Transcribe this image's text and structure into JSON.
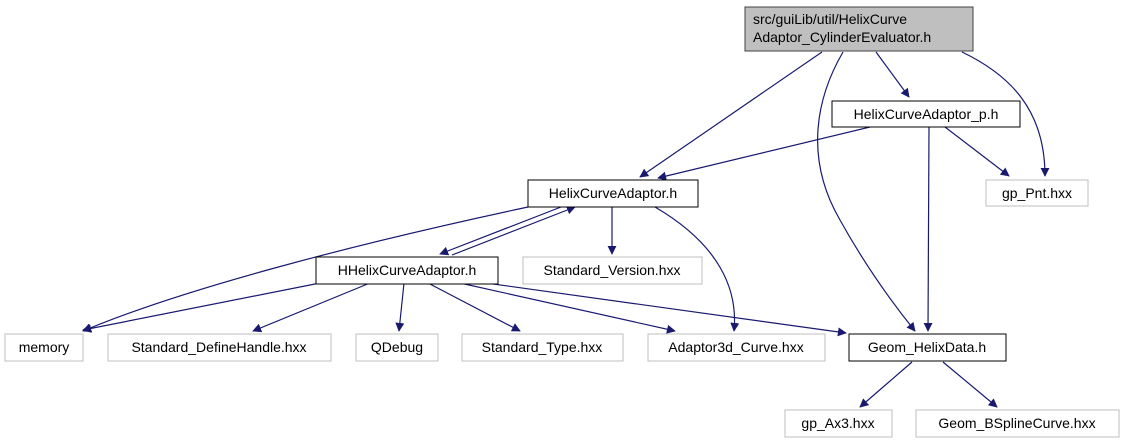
{
  "colors": {
    "edge": "#191970",
    "root_fill": "#bfbfbf",
    "root_border": "#404040",
    "project_border": "#000000",
    "external_border": "#bfbfbf",
    "node_fill": "#ffffff"
  },
  "nodes": {
    "root": {
      "line1": "src/guiLib/util/HelixCurve",
      "line2": "Adaptor_CylinderEvaluator.h",
      "kind": "root"
    },
    "helix_curve_adaptor_p": {
      "label": "HelixCurveAdaptor_p.h",
      "kind": "project"
    },
    "helix_curve_adaptor": {
      "label": "HelixCurveAdaptor.h",
      "kind": "project"
    },
    "gp_pnt": {
      "label": "gp_Pnt.hxx",
      "kind": "external"
    },
    "hhelix_curve_adaptor": {
      "label": "HHelixCurveAdaptor.h",
      "kind": "project"
    },
    "standard_version": {
      "label": "Standard_Version.hxx",
      "kind": "external"
    },
    "memory": {
      "label": "memory",
      "kind": "external"
    },
    "standard_definehandle": {
      "label": "Standard_DefineHandle.hxx",
      "kind": "external"
    },
    "qdebug": {
      "label": "QDebug",
      "kind": "external"
    },
    "standard_type": {
      "label": "Standard_Type.hxx",
      "kind": "external"
    },
    "adaptor3d_curve": {
      "label": "Adaptor3d_Curve.hxx",
      "kind": "external"
    },
    "geom_helixdata": {
      "label": "Geom_HelixData.h",
      "kind": "project"
    },
    "gp_ax3": {
      "label": "gp_Ax3.hxx",
      "kind": "external"
    },
    "geom_bsplinecurve": {
      "label": "Geom_BSplineCurve.hxx",
      "kind": "external"
    }
  },
  "edges": [
    [
      "root",
      "helix_curve_adaptor_p"
    ],
    [
      "root",
      "helix_curve_adaptor"
    ],
    [
      "root",
      "gp_pnt"
    ],
    [
      "root",
      "geom_helixdata"
    ],
    [
      "helix_curve_adaptor_p",
      "helix_curve_adaptor"
    ],
    [
      "helix_curve_adaptor_p",
      "gp_pnt"
    ],
    [
      "helix_curve_adaptor_p",
      "geom_helixdata"
    ],
    [
      "helix_curve_adaptor",
      "hhelix_curve_adaptor"
    ],
    [
      "helix_curve_adaptor",
      "standard_version"
    ],
    [
      "helix_curve_adaptor",
      "memory"
    ],
    [
      "helix_curve_adaptor",
      "adaptor3d_curve"
    ],
    [
      "hhelix_curve_adaptor",
      "helix_curve_adaptor"
    ],
    [
      "hhelix_curve_adaptor",
      "memory"
    ],
    [
      "hhelix_curve_adaptor",
      "standard_definehandle"
    ],
    [
      "hhelix_curve_adaptor",
      "qdebug"
    ],
    [
      "hhelix_curve_adaptor",
      "standard_type"
    ],
    [
      "hhelix_curve_adaptor",
      "adaptor3d_curve"
    ],
    [
      "hhelix_curve_adaptor",
      "geom_helixdata"
    ],
    [
      "geom_helixdata",
      "gp_ax3"
    ],
    [
      "geom_helixdata",
      "geom_bsplinecurve"
    ]
  ]
}
